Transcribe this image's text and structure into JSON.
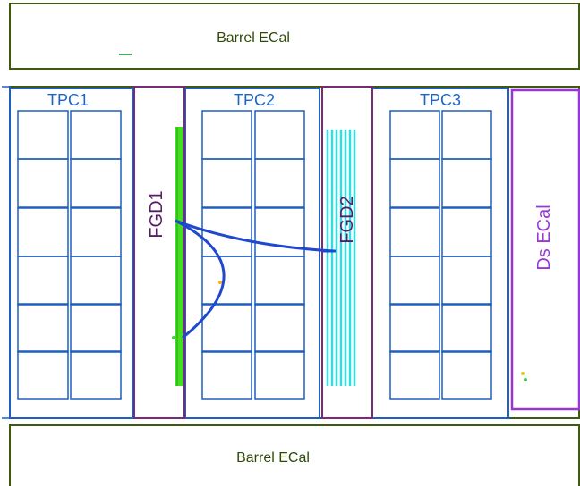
{
  "barrel_top": {
    "label": "Barrel ECal"
  },
  "barrel_bottom": {
    "label": "Barrel ECal"
  },
  "tpcs": [
    {
      "label": "TPC1"
    },
    {
      "label": "TPC2"
    },
    {
      "label": "TPC3"
    }
  ],
  "fgds": [
    {
      "label": "FGD1"
    },
    {
      "label": "FGD2"
    }
  ],
  "ds_ecal": {
    "label": "Ds ECal"
  },
  "colors": {
    "ecal_border": "#3f5a10",
    "ecal_text": "#2f4a08",
    "tpc_border": "#1f5fbf",
    "tpc_cell": "#1f5fbf",
    "tpc_text": "#1a66cc",
    "fgd_border": "#7a2a78",
    "fgd_text": "#5a1a6a",
    "ds_border": "#9a36d6",
    "ds_text": "#9a36d6",
    "fgd1_bars": "#44dd22",
    "fgd2_bars": "#33dddd",
    "track": "#1f48d0"
  }
}
